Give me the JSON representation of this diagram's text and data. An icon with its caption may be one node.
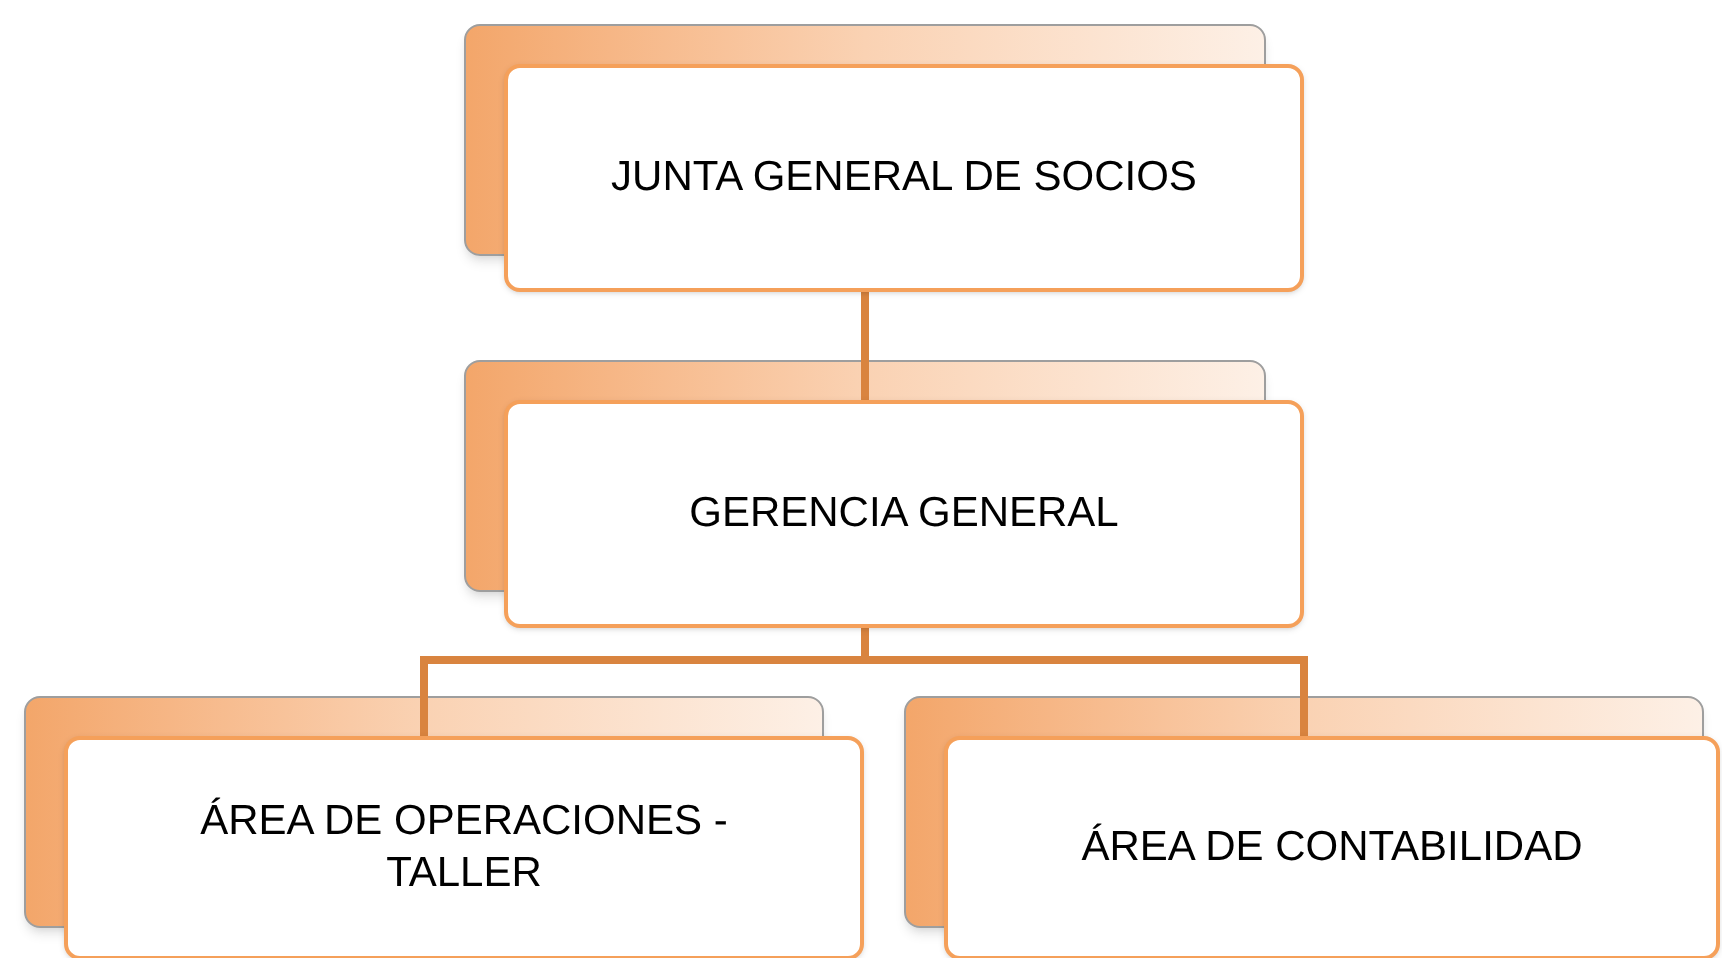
{
  "diagram": {
    "nodes": [
      {
        "text": [
          "JUNTA GENERAL DE SOCIOS"
        ]
      },
      {
        "text": [
          "GERENCIA GENERAL"
        ]
      },
      {
        "text": [
          "ÁREA DE OPERACIONES - TALLER"
        ]
      },
      {
        "text": [
          "ÁREA DE CONTABILIDAD"
        ]
      }
    ],
    "edges": [
      {
        "from": 0,
        "to": 1,
        "arrow": "none"
      },
      {
        "from": 1,
        "to": 2,
        "arrow": "none"
      },
      {
        "from": 1,
        "to": 3,
        "arrow": "none"
      }
    ]
  }
}
